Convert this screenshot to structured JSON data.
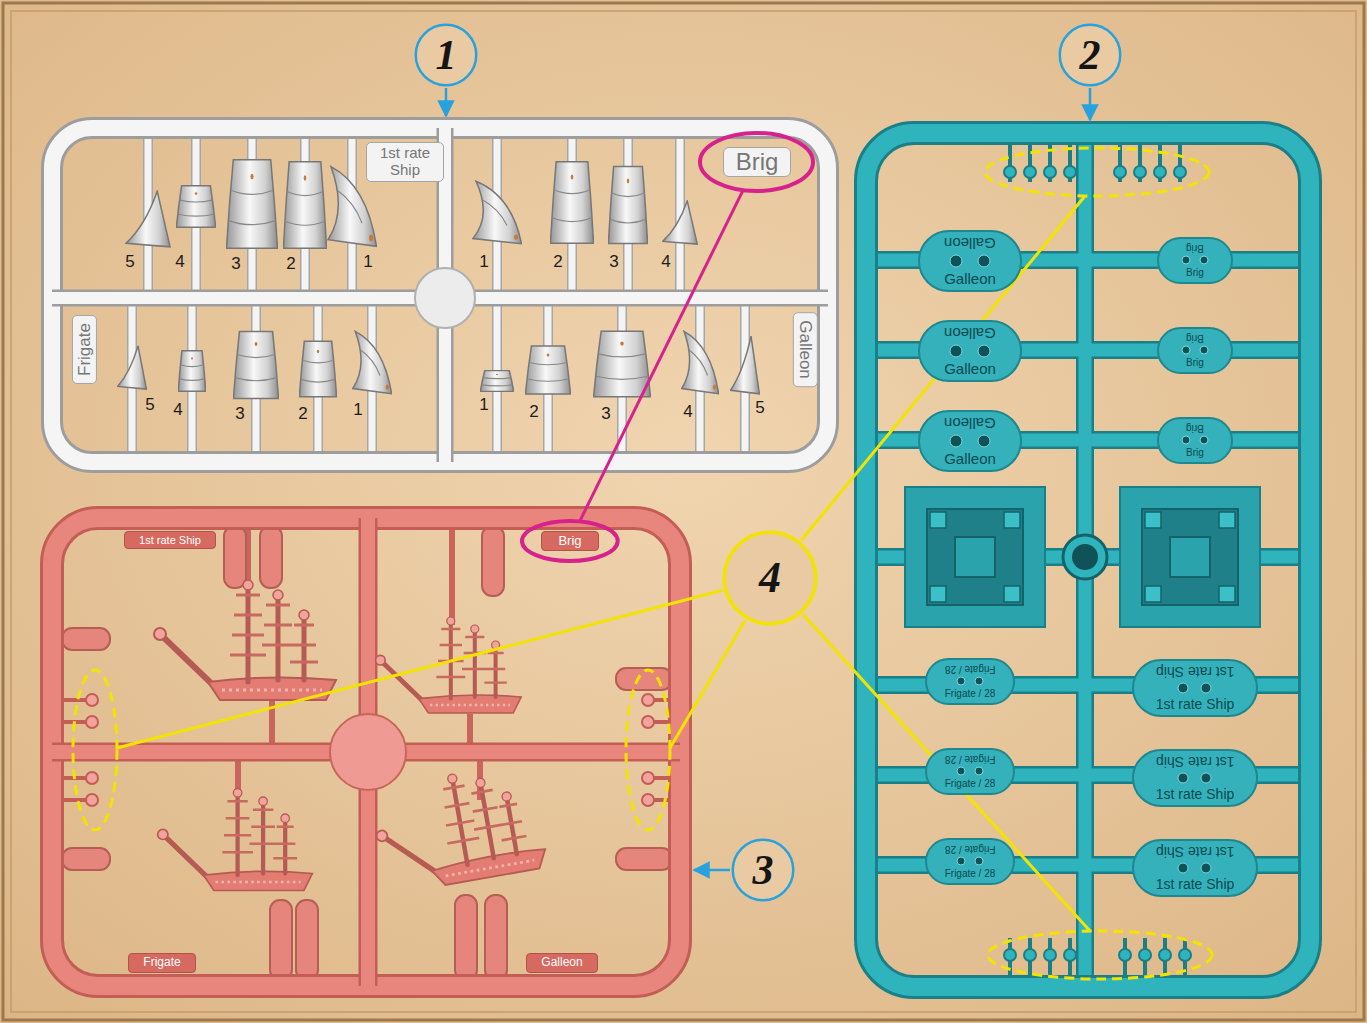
{
  "diagram": {
    "nodes": [
      {
        "text": [
          "1"
        ]
      },
      {
        "text": [
          "2"
        ]
      },
      {
        "text": [
          "1st rate Ship"
        ]
      },
      {
        "text": [
          "Brig"
        ]
      },
      {
        "text": [
          "Frigate"
        ]
      },
      {
        "text": [
          "Galleon"
        ]
      },
      {
        "text": [
          "4"
        ]
      },
      {
        "text": [
          "1st rate Ship"
        ]
      },
      {
        "text": [
          "Brig"
        ]
      },
      {
        "text": [
          "Frigate"
        ]
      },
      {
        "text": [
          "Galleon"
        ]
      },
      {
        "text": [
          "3"
        ]
      },
      {
        "text": [
          "Galleon",
          "Galleon"
        ]
      },
      {
        "text": [
          "Brig",
          "Brig"
        ]
      },
      {
        "text": [
          "Galleon",
          "Galleon"
        ]
      },
      {
        "text": [
          "Brig",
          "Brig"
        ]
      },
      {
        "text": [
          "Galleon",
          "Galleon"
        ]
      },
      {
        "text": [
          "Brig",
          "Brig"
        ]
      },
      {
        "text": [
          "Frigate / 28",
          "Frigate / 28"
        ]
      },
      {
        "text": [
          "1st rate Ship",
          "1st rate Ship"
        ]
      },
      {
        "text": [
          "Frigate / 28",
          "Frigate / 28"
        ]
      },
      {
        "text": [
          "1st rate Ship",
          "1st rate Ship"
        ]
      },
      {
        "text": [
          "Frigate / 28",
          "Frigate / 28"
        ]
      },
      {
        "text": [
          "1st rate Ship",
          "1st rate Ship"
        ]
      }
    ],
    "edges": [
      {
        "from": 3,
        "to": 8,
        "arrow": "none"
      }
    ],
    "labels": [
      "5",
      "4",
      "3",
      "2",
      "1",
      "1",
      "2",
      "3",
      "4",
      "5",
      "4",
      "3",
      "2",
      "1",
      "1",
      "2",
      "3",
      "4",
      "5"
    ]
  }
}
